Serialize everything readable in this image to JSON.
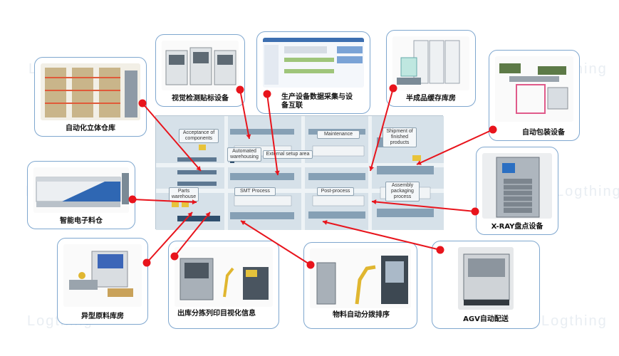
{
  "watermark": "Logthing",
  "colors": {
    "connector": "#e8141c",
    "card_border": "#7fa7cf"
  },
  "cards": {
    "auto_warehouse": "自动化立体仓库",
    "visual_labeling": "视觉检测贴标设备",
    "data_collection": "生产设备数据采集与设备互联",
    "semi_storage": "半成品缓存库房",
    "auto_packing": "自动包装设备",
    "smart_rack": "智能电子料仓",
    "xray": "X-RAY盘点设备",
    "odd_material": "异型原料库房",
    "outbound": "出库分拣列印目视化信息",
    "material_sort": "物料自动分拨排序",
    "agv": "AGV自动配送"
  },
  "zones": {
    "acceptance": "Acceptance of components",
    "automated_wh": "Automated warehousing",
    "external_setup": "External setup area",
    "maintenance": "Maintenance",
    "shipment": "Shipment of finished products",
    "parts_wh": "Parts warehouse",
    "smt": "SMT Process",
    "post_process": "Post-process",
    "assembly": "Assembly packaging process"
  }
}
